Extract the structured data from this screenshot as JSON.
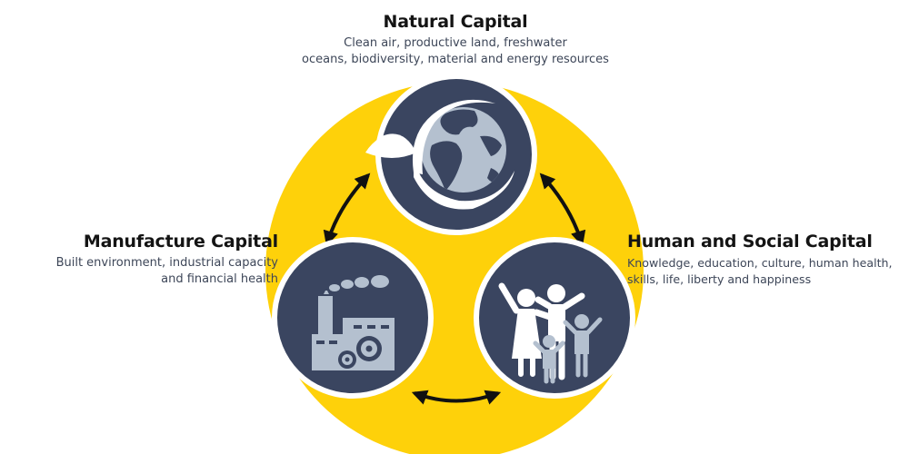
{
  "natural": {
    "title": "Natural Capital",
    "lines": [
      "Clean air, productive land, freshwater",
      "oceans, biodiversity,  material and energy resources"
    ]
  },
  "manufacture": {
    "title": "Manufacture Capital",
    "lines": [
      "Built environment, industrial capacity",
      "and financial health"
    ]
  },
  "human": {
    "title": "Human and Social Capital",
    "lines": [
      "Knowledge, education, culture, human health,",
      "skills, life, liberty and happiness"
    ]
  },
  "icons": {
    "natural": "earth-with-leaf-icon",
    "manufacture": "factory-icon",
    "human": "family-icon"
  },
  "colors": {
    "yellow_ring": "#fed10a",
    "node_fill": "#3a4560",
    "node_ring": "#ffffff",
    "icon_light": "#ffffff",
    "icon_grey": "#b4c0cf",
    "arrow": "#111111",
    "title_text": "#141414",
    "desc_text": "#3d4658"
  }
}
